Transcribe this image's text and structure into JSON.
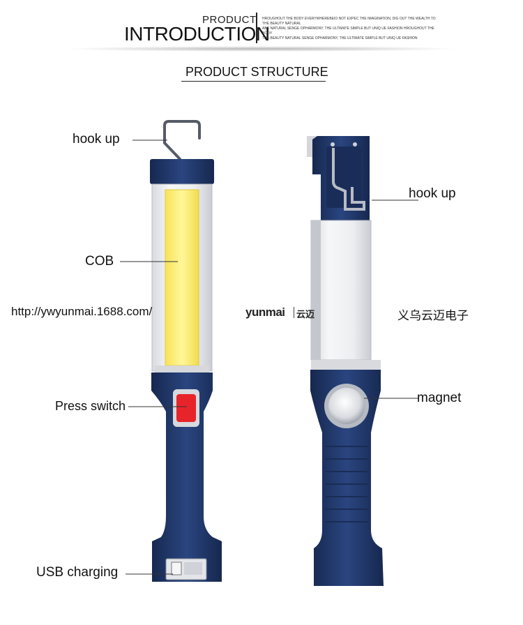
{
  "header": {
    "small_title": "PRODUCT",
    "big_title": "INTRODUCTION",
    "tagline_lines": [
      "HROUGHOUT THE BODY EVERYWHEREBEIO NOT EXPEC THE IMAGINATION, DIG OUT THE WEALTH TO THE BEAUTY NATURAL",
      "ABC NATURAL SENGE OPHARMONY, THE ULTIMATE SIMPLE BUT UNIQ UE FASHION HROUGHOUT THE BODY",
      "THE BEAUTY NATURAL SENGE OPHARMONY, THE ULTIMATE SIMPLE BUT UNIQ UE FASHION"
    ]
  },
  "section": {
    "title": "PRODUCT STRUCTURE"
  },
  "labels": {
    "hook_up_left": "hook up",
    "cob": "COB",
    "press_switch": "Press switch",
    "usb_charging": "USB charging",
    "hook_up_right": "hook up",
    "magnet": "magnet"
  },
  "watermark": {
    "url": "http://ywyunmai.1688.com/",
    "brand": "yunmai",
    "brand_cn": "云迈",
    "company_cn": "义乌云迈电子"
  },
  "colors": {
    "body_navy": "#1f3566",
    "cob_yellow": "#fff27a",
    "switch_red": "#e8242b",
    "lens_silver": "#e6e8ec"
  }
}
